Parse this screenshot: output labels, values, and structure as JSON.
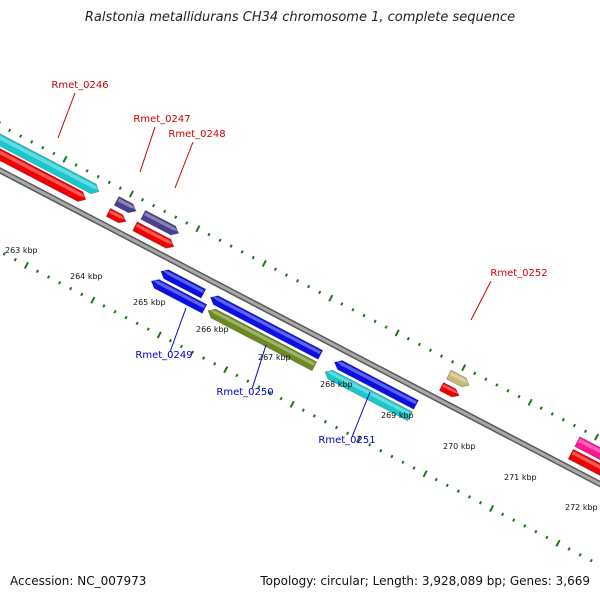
{
  "title": "Ralstonia metallidurans CH34 chromosome 1, complete sequence",
  "footer": {
    "accession": "Accession: NC_007973",
    "topology": "Topology: circular; Length: 3,928,089 bp; Genes: 3,669"
  },
  "colors": {
    "forward_label": "#cc0000",
    "reverse_label": "#0000cc",
    "tick": "#1a7a1a",
    "backbone": "#888888"
  },
  "ticks": [
    {
      "label": "263 kbp"
    },
    {
      "label": "264 kbp"
    },
    {
      "label": "265 kbp"
    },
    {
      "label": "266 kbp"
    },
    {
      "label": "267 kbp"
    },
    {
      "label": "268 kbp"
    },
    {
      "label": "269 kbp"
    },
    {
      "label": "270 kbp"
    },
    {
      "label": "271 kbp"
    },
    {
      "label": "272 kbp"
    }
  ],
  "genes": [
    {
      "name": "Rmet_0246",
      "strand": "forward",
      "color": "#19c8cc"
    },
    {
      "name": "Rmet_0247",
      "strand": "forward",
      "color": "#4a3f8c"
    },
    {
      "name": "Rmet_0248",
      "strand": "forward",
      "color": "#4a3f8c"
    },
    {
      "name": "Rmet_0249",
      "strand": "reverse",
      "color": "#0a10e0"
    },
    {
      "name": "Rmet_0250",
      "strand": "reverse",
      "color": "#6b8a22"
    },
    {
      "name": "Rmet_0251",
      "strand": "reverse",
      "color": "#19c8cc"
    },
    {
      "name": "Rmet_0252",
      "strand": "forward",
      "color": "#c8b878"
    }
  ]
}
